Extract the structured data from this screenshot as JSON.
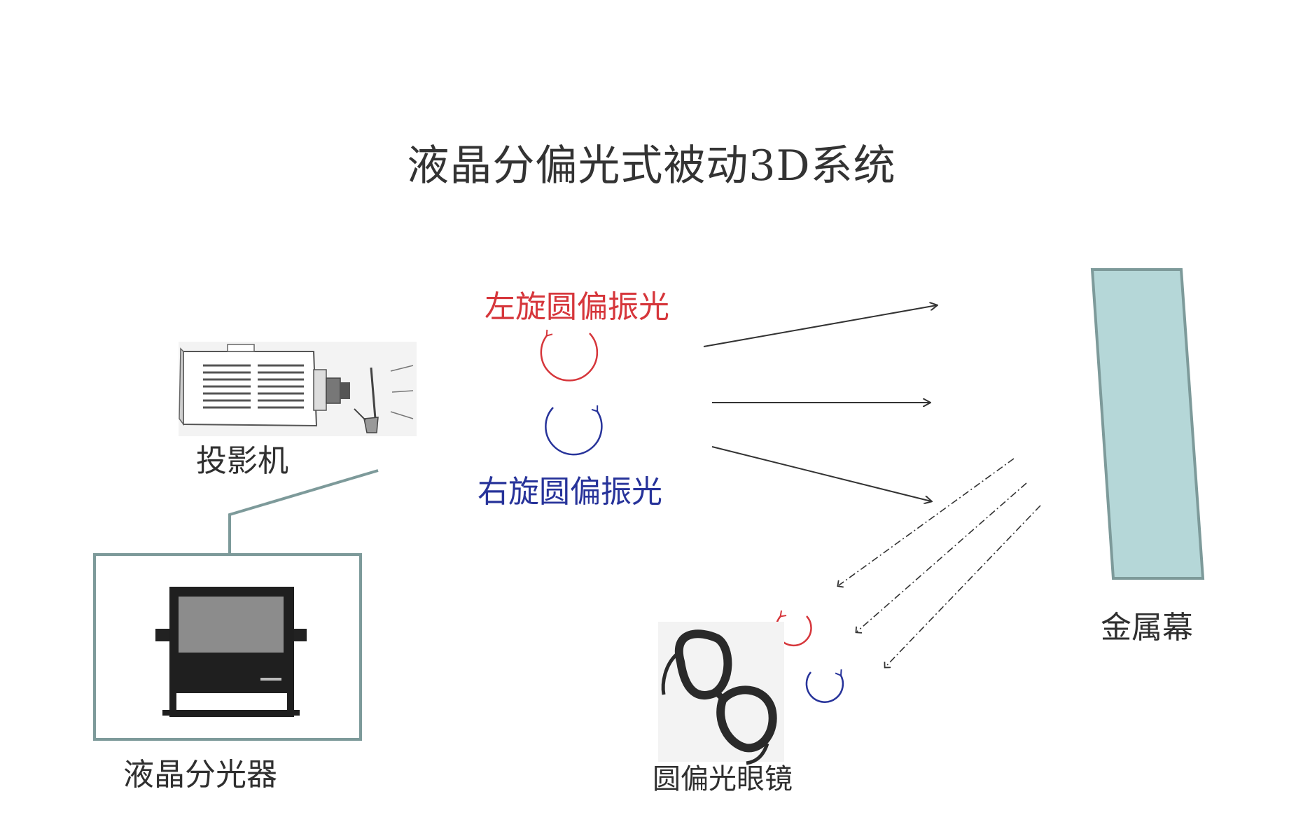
{
  "title": "液晶分偏光式被动3D系统",
  "labels": {
    "left_circular": "左旋圆偏振光",
    "right_circular": "右旋圆偏振光",
    "projector": "投影机",
    "lcd_splitter": "液晶分光器",
    "metal_screen": "金属幕",
    "glasses": "圆偏光眼镜"
  },
  "colors": {
    "left_circular": "#d6363b",
    "right_circular": "#27339a",
    "screen_fill": "#b5d7d8",
    "screen_border": "#7d9a9a",
    "connector": "#7d9a9a",
    "arrow": "#333333"
  }
}
